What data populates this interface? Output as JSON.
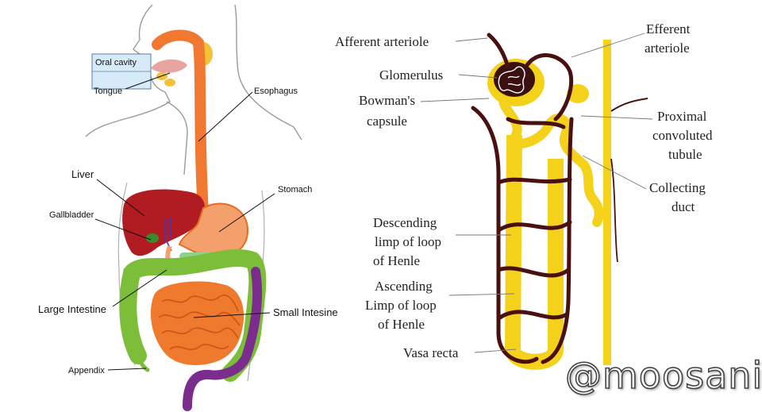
{
  "digestive": {
    "labels": {
      "oral_cavity": "Oral cavity",
      "tongue": "Tongue",
      "esophagus": "Esophagus",
      "liver": "Liver",
      "stomach": "Stomach",
      "gallbladder": "Gallbladder",
      "large_intestine": "Large Intestine",
      "small_intestine": "Small Intesine",
      "appendix": "Appendix"
    },
    "colors": {
      "esophagus": "#f07830",
      "liver": "#b01c22",
      "stomach": "#f4a06c",
      "large_intestine": "#7cbd3a",
      "small_intestine": "#ef7a2e",
      "rectum": "#7b2d8e",
      "gallbladder": "#3c8a2e",
      "salivary": "#f2c33a"
    }
  },
  "nephron": {
    "labels": {
      "afferent_arteriole": "Afferent arteriole",
      "efferent_arteriole_1": "Efferent",
      "efferent_arteriole_2": "arteriole",
      "glomerulus": "Glomerulus",
      "bowmans_capsule_1": "Bowman's",
      "bowmans_capsule_2": "capsule",
      "pct_1": "Proximal",
      "pct_2": "convoluted",
      "pct_3": "tubule",
      "collecting_duct_1": "Collecting",
      "collecting_duct_2": "duct",
      "descending_1": "Descending",
      "descending_2": "limp of loop",
      "descending_3": "of Henle",
      "ascending_1": "Ascending",
      "ascending_2": "Limp of loop",
      "ascending_3": "of Henle",
      "vasa_recta": "Vasa recta"
    },
    "colors": {
      "tubule": "#f4d21c",
      "vessel": "#4a1010"
    }
  },
  "watermark": "@moosani"
}
